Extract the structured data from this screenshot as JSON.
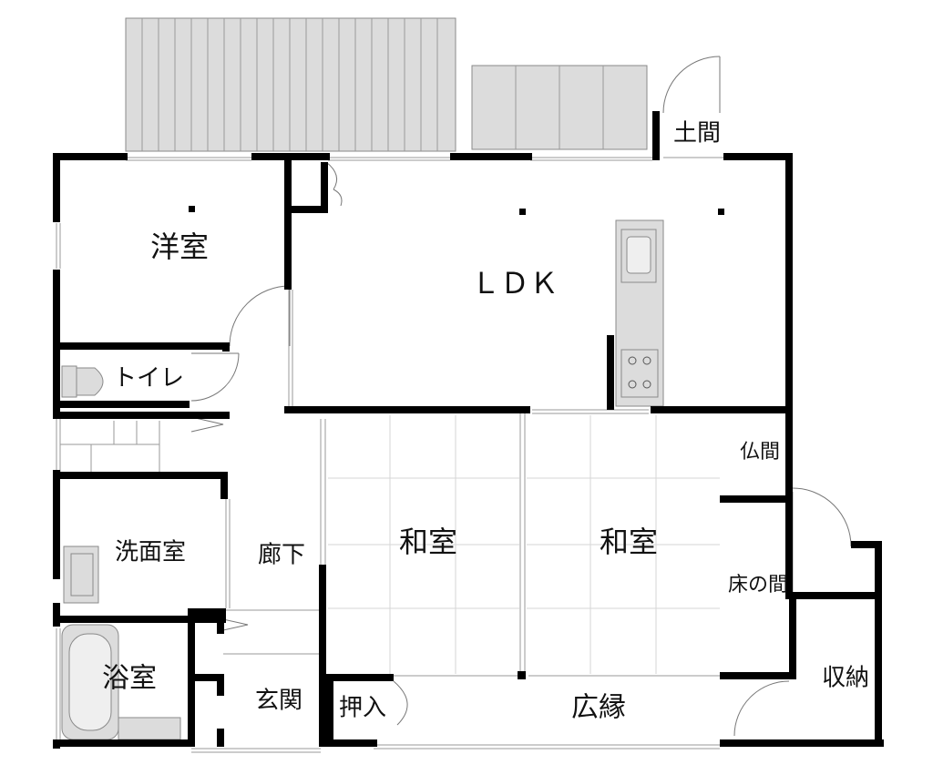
{
  "floor_plan": {
    "rooms": {
      "western_room": "洋室",
      "ldk": "ＬＤＫ",
      "dirt_floor": "土間",
      "toilet": "トイレ",
      "washroom": "洗面室",
      "bathroom": "浴室",
      "hallway": "廊下",
      "entrance": "玄関",
      "closet": "押入",
      "japanese_room_1": "和室",
      "japanese_room_2": "和室",
      "buddhist_altar": "仏間",
      "tokonoma": "床の間",
      "veranda": "広縁",
      "storage": "収納"
    }
  }
}
